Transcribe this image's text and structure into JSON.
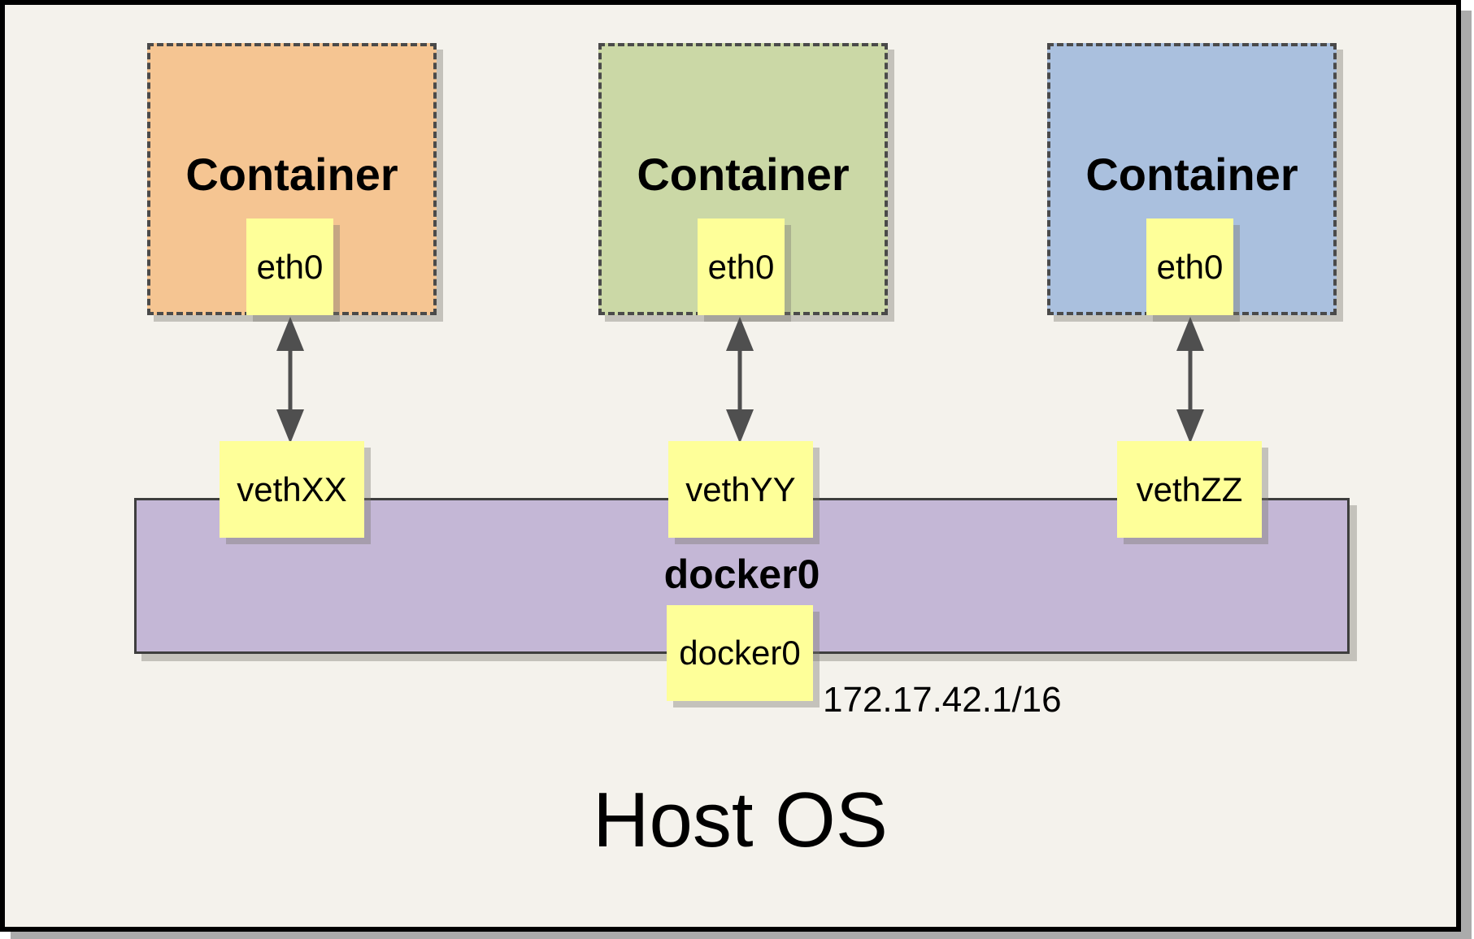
{
  "containers": [
    {
      "label": "Container",
      "interface": "eth0",
      "veth": "vethXX",
      "fill_color": "#F5C592"
    },
    {
      "label": "Container",
      "interface": "eth0",
      "veth": "vethYY",
      "fill_color": "#CBD8A6"
    },
    {
      "label": "Container",
      "interface": "eth0",
      "veth": "vethZZ",
      "fill_color": "#AAC0DE"
    }
  ],
  "bridge": {
    "label": "docker0",
    "interface_label": "docker0",
    "ip_cidr": "172.17.42.1/16",
    "fill_color": "#C4B7D6"
  },
  "host": {
    "label": "Host OS",
    "fill_color": "#F4F2EC",
    "border_color": "#000000"
  },
  "colors": {
    "interface_yellow": "#FEFF99",
    "dashed_border": "#4A4A4A",
    "arrow_gray": "#4F4F4F"
  }
}
